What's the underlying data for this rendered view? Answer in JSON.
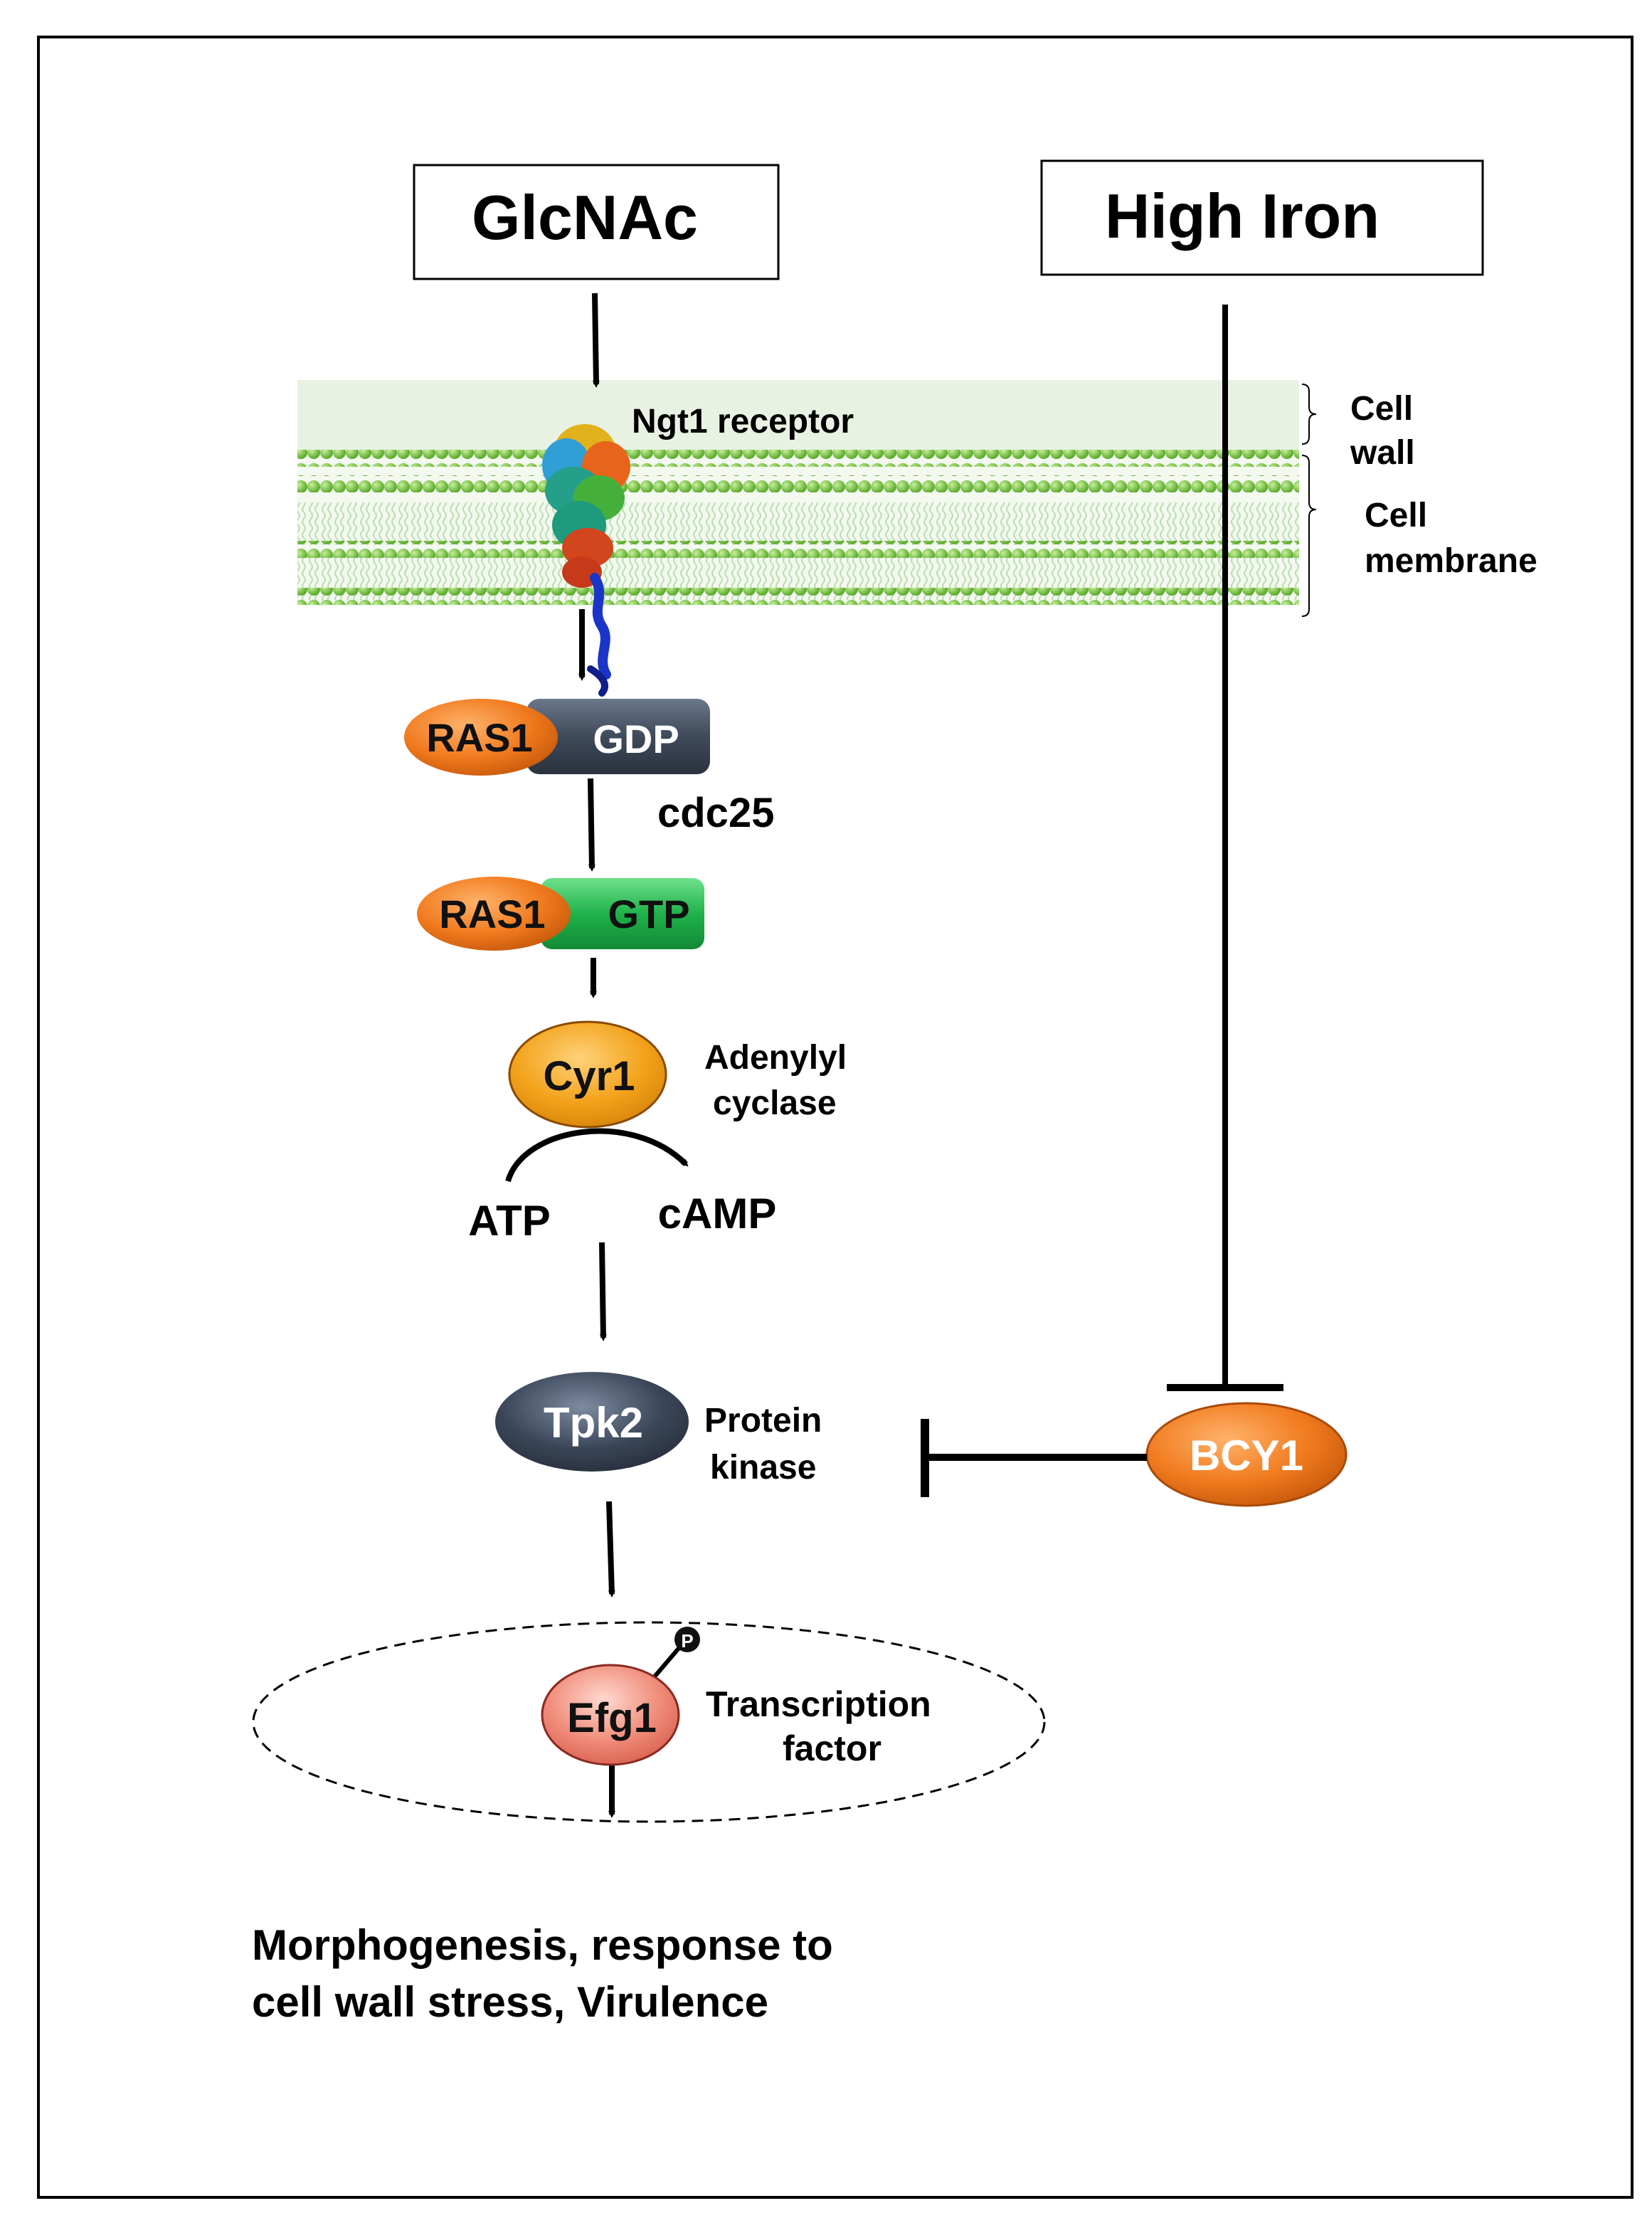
{
  "signals": {
    "glcnac": "GlcNAc",
    "high_iron": "High Iron"
  },
  "membrane": {
    "receptor_label": "Ngt1 receptor",
    "cell_wall_line1": "Cell",
    "cell_wall_line2": "wall",
    "cell_membrane_line1": "Cell",
    "cell_membrane_line2": "membrane"
  },
  "ras_gdp": {
    "ras": "RAS1",
    "nucleotide": "GDP"
  },
  "cdc25": "cdc25",
  "ras_gtp": {
    "ras": "RAS1",
    "nucleotide": "GTP"
  },
  "cyr1": {
    "name": "Cyr1",
    "desc_line1": "Adenylyl",
    "desc_line2": "cyclase"
  },
  "reaction": {
    "substrate": "ATP",
    "product": "cAMP"
  },
  "tpk2": {
    "name": "Tpk2",
    "desc_line1": "Protein",
    "desc_line2": "kinase"
  },
  "bcy1": "BCY1",
  "efg1": {
    "name": "Efg1",
    "phospho": "P",
    "desc_line1": "Transcription",
    "desc_line2": "factor"
  },
  "outcome": {
    "line1": "Morphogenesis, response to",
    "line2": "cell wall stress, Virulence"
  },
  "colors": {
    "ras_orange": "#f07a1e",
    "gdp_slate": "#3f4a5a",
    "gtp_green": "#1fb24a",
    "cyr1_orange": "#f2a21a",
    "tpk2_slate": "#3a4658",
    "efg1_salmon": "#f08a78",
    "membrane_green": "#7cc943",
    "cell_wall_tint": "#e8f2e3"
  }
}
